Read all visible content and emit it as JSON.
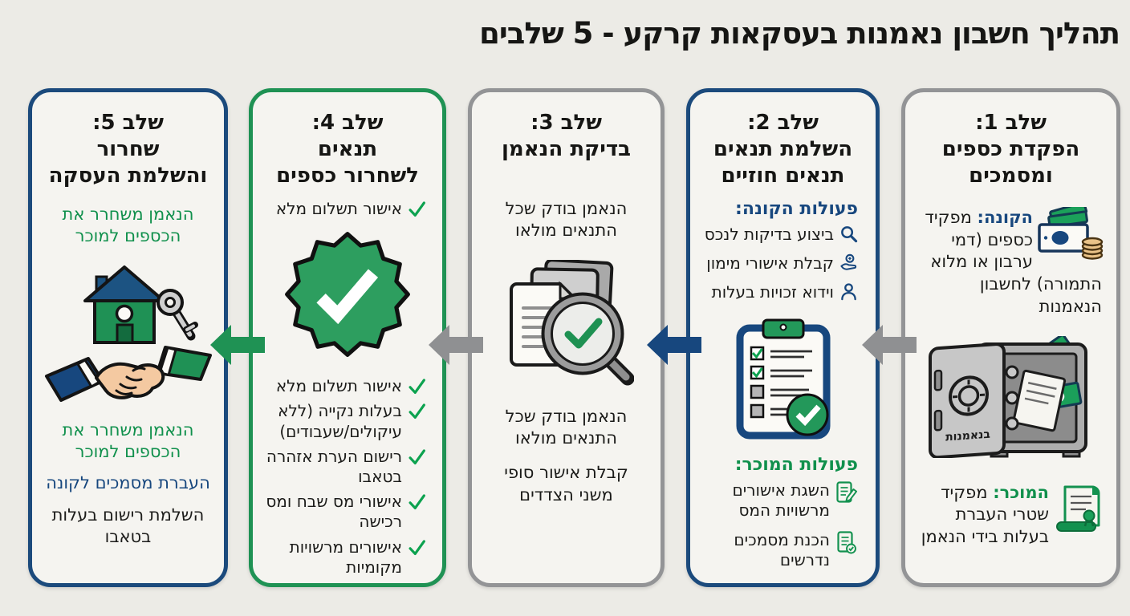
{
  "page": {
    "title": "תהליך חשבון נאמנות בעסקאות קרקע - 5 שלבים"
  },
  "colors": {
    "page_bg": "#ecebe6",
    "card_bg": "#f5f4f0",
    "navy": "#17477e",
    "green": "#13914f",
    "gray": "#939496",
    "check_green": "#0ca24f",
    "badge_green": "#2d9e5f",
    "text_dark": "#1b1b19"
  },
  "steps": {
    "step1": {
      "accent": "gray",
      "title": "שלב 1:\nהפקדת כספים\nומסמכים",
      "buyer_label": "הקונה:",
      "buyer_text": "מפקיד כספים (דמי ערבון או מלוא התמורה) לחשבון הנאמנות",
      "safe_door_label": "בנאמנות",
      "seller_label": "המוכר:",
      "seller_text": "מפקיד שטרי העברת בעלות בידי הנאמן",
      "icons": [
        "money-bills-icon",
        "open-safe-icon",
        "deed-scroll-icon"
      ]
    },
    "step2": {
      "accent": "navy",
      "title": "שלב 2:\nהשלמת תנאים\nתנאים חוזיים",
      "buyer_heading": "פעולות הקונה:",
      "buyer_items": [
        {
          "icon": "magnifier-icon",
          "text": "ביצוע בדיקות לנכס"
        },
        {
          "icon": "hand-coin-icon",
          "text": "קבלת אישורי מימון"
        },
        {
          "icon": "person-icon",
          "text": "וידוא זכויות בעלות"
        }
      ],
      "seller_heading": "פעולות המוכר:",
      "seller_items": [
        {
          "icon": "document-edit-icon",
          "text": "השגת אישורים מרשויות המס"
        },
        {
          "icon": "document-check-icon",
          "text": "הכנת מסמכים נדרשים"
        }
      ],
      "icons": [
        "checklist-clipboard-icon"
      ]
    },
    "step3": {
      "accent": "gray",
      "title": "שלב 3:\nבדיקת הנאמן",
      "text_above_icon": "הנאמן בודק שכל\nהתנאים מולאו",
      "text_below_icon": "הנאמן בודק שכל\nהתנאים מולאו",
      "text_final": "קבלת אישור סופי\nמשני הצדדים",
      "icons": [
        "documents-magnifier-icon"
      ]
    },
    "step4": {
      "accent": "green",
      "title": "שלב 4:\nתנאים\nלשחרור כספים",
      "top_item": "אישור תשלום מלא",
      "checklist": [
        "אישור תשלום מלא",
        "בעלות נקייה (ללא עיקולים/שעבודים)",
        "רישום הערת אזהרה בטאבו",
        "אישורי מס שבח ומס רכישה",
        "אישורים מרשויות מקומיות"
      ],
      "icons": [
        "approval-badge-icon",
        "checkmark-icon"
      ]
    },
    "step5": {
      "accent": "navy",
      "title": "שלב 5:\nשחרור\nוהשלמת העסקה",
      "release_text_top": "הנאמן משחרר את\nהכספים למוכר",
      "release_text_bottom": "הנאמן משחרר את\nהכספים למוכר",
      "documents_text": "העברת מסמכים לקונה",
      "registration_text": "השלמת רישום בעלות\nבטאבו",
      "icons": [
        "house-key-icon",
        "handshake-icon"
      ]
    }
  },
  "arrows": [
    {
      "from": "step-1",
      "to": "step-2",
      "color": "#8f9092"
    },
    {
      "from": "step-2",
      "to": "step-3",
      "color": "#17477e"
    },
    {
      "from": "step-3",
      "to": "step-4",
      "color": "#8f9092"
    },
    {
      "from": "step-4",
      "to": "step-5",
      "color": "#1f9254"
    }
  ]
}
